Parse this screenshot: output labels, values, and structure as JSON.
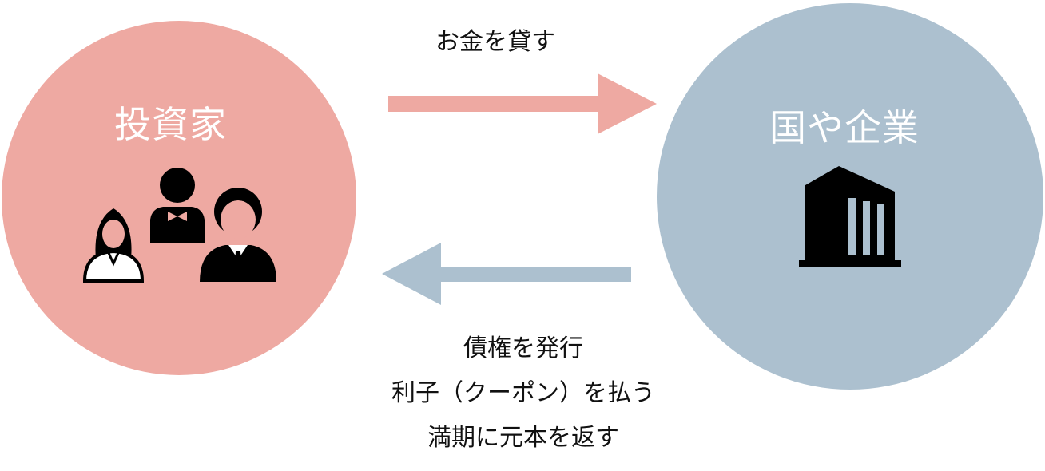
{
  "investor": {
    "title": "投資家",
    "icon": "people-icon",
    "color": "#eea9a2"
  },
  "issuer": {
    "title": "国や企業",
    "icon": "building-icon",
    "color": "#acc0cf"
  },
  "lend_flow": {
    "label": "お金を貸す",
    "color": "#eea9a2"
  },
  "return_flow": {
    "lines": [
      "債権を発行",
      "利子（クーポン）を払う",
      "満期に元本を返す"
    ],
    "color": "#acc0cf"
  }
}
